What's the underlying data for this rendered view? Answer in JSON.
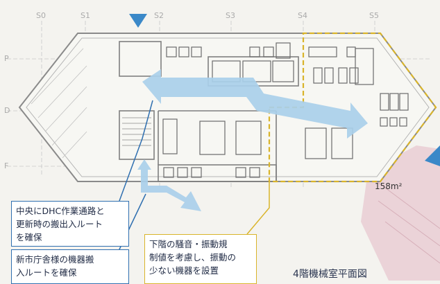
{
  "floor_plan_title": "4階機械室平面図",
  "area_label": "158m²",
  "grid_labels_top": [
    "S0",
    "S1",
    "S2",
    "S3",
    "S4",
    "S5"
  ],
  "grid_labels_left": [
    "P",
    "D",
    "F"
  ],
  "callouts": {
    "dhc_route": "中央にDHC作業通路と\n更新時の搬出入ルート\nを確保",
    "equipment_route": "新市庁舎様の機器搬\n入ルートを確保",
    "noise_vibration": "下階の騒音・振動規\n制値を考慮し、振動の\n少ない機器を設置"
  },
  "colors": {
    "route_arrow": "#a9cfea",
    "callout_blue": "#2f6fb0",
    "callout_yellow": "#d9b42a",
    "pink_zone": "#e9cdd3",
    "marker_triangle": "#3a88c8"
  }
}
